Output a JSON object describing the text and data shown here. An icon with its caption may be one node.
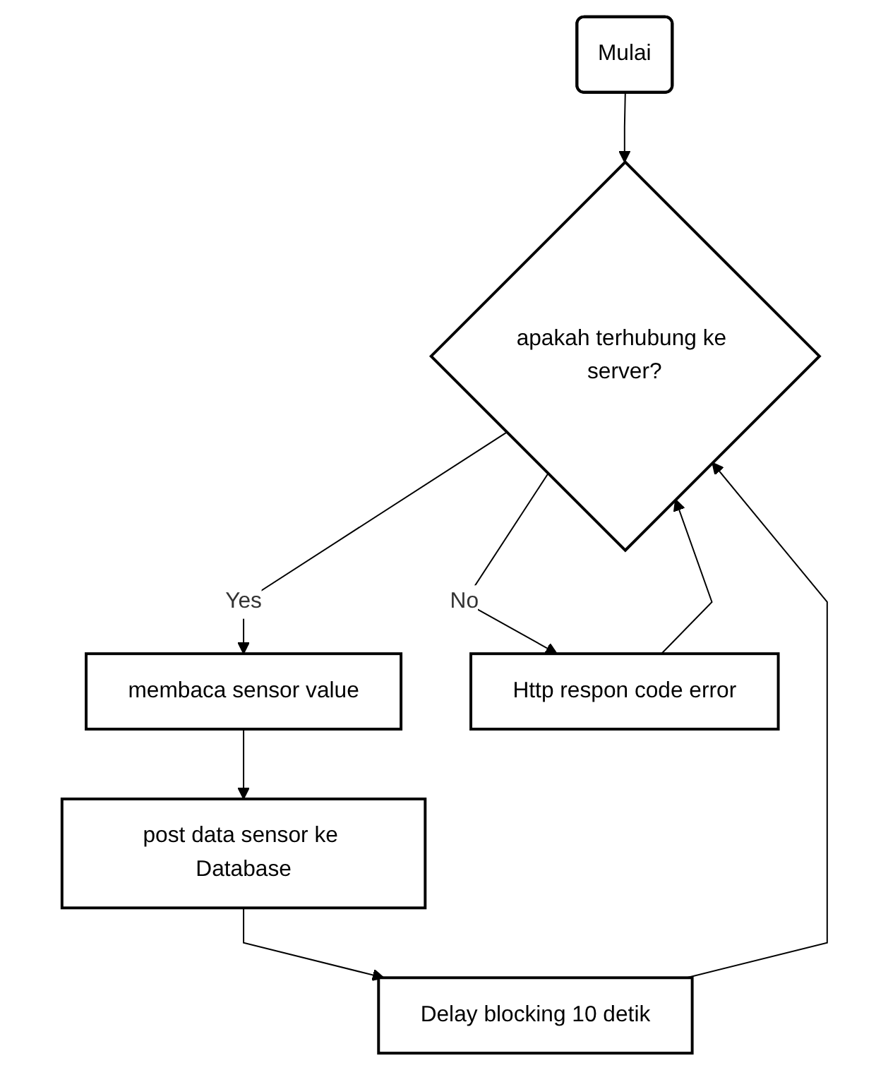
{
  "diagram": {
    "nodes": [
      {
        "text": [
          "Mulai"
        ]
      },
      {
        "text": [
          "apakah terhubung ke server?"
        ]
      },
      {
        "text": [
          "membaca sensor value"
        ]
      },
      {
        "text": [
          "post data sensor ke Database"
        ]
      },
      {
        "text": [
          "Delay blocking 10 detik"
        ]
      },
      {
        "text": [
          "Http respon code error"
        ]
      }
    ],
    "edges": [
      {
        "from": 0,
        "to": 1,
        "arrow": "to"
      },
      {
        "from": 1,
        "to": 2,
        "arrow": "to",
        "label": "Yes"
      },
      {
        "from": 2,
        "to": 3,
        "arrow": "to"
      },
      {
        "from": 3,
        "to": 4,
        "arrow": "to"
      },
      {
        "from": 4,
        "to": 1,
        "arrow": "to"
      },
      {
        "from": 1,
        "to": 5,
        "arrow": "to",
        "label": "No"
      },
      {
        "from": 5,
        "to": 1,
        "arrow": "to"
      }
    ]
  }
}
